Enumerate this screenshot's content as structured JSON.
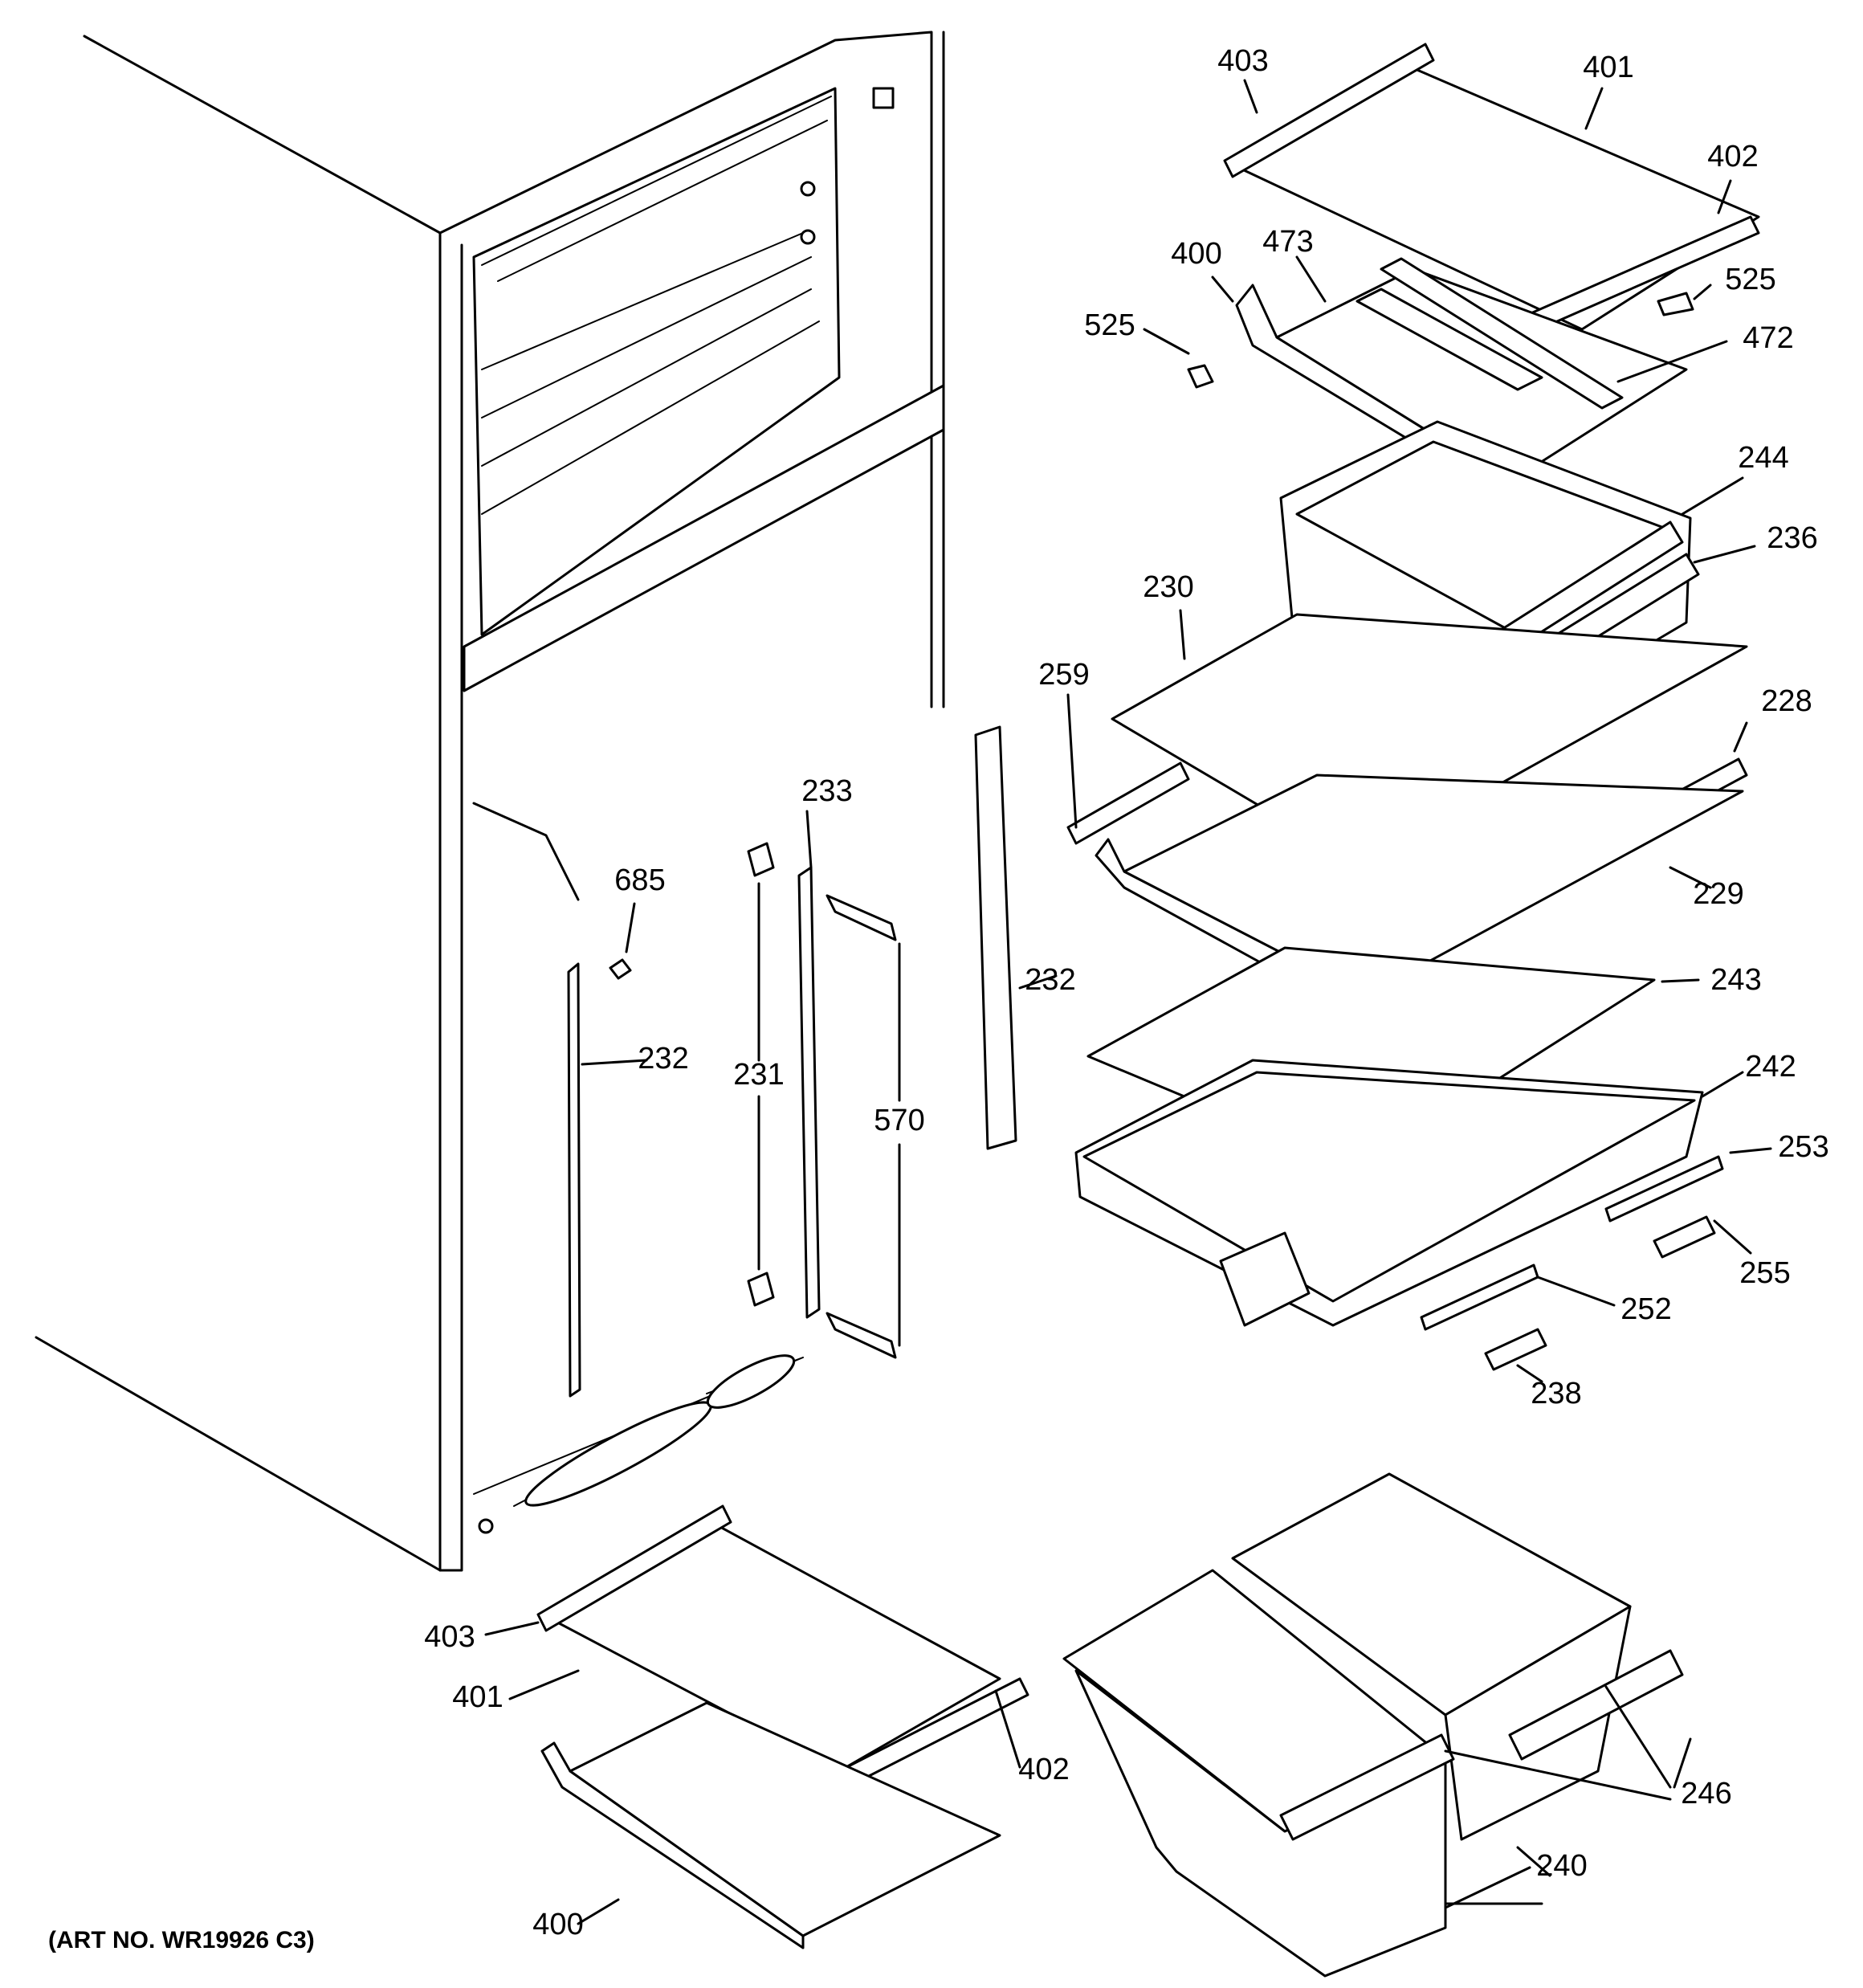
{
  "art_number": "(ART NO. WR19926 C3)",
  "callouts": {
    "c403_top": "403",
    "c401_top": "401",
    "c402_top": "402",
    "c400_top": "400",
    "c473": "473",
    "c525_left": "525",
    "c525_right": "525",
    "c472": "472",
    "c244": "244",
    "c236": "236",
    "c230": "230",
    "c259": "259",
    "c228": "228",
    "c229": "229",
    "c233": "233",
    "c685": "685",
    "c232_left": "232",
    "c231": "231",
    "c570": "570",
    "c232_right": "232",
    "c243": "243",
    "c242": "242",
    "c253": "253",
    "c255": "255",
    "c252": "252",
    "c238": "238",
    "c403_bottom": "403",
    "c401_bottom": "401",
    "c402_bottom": "402",
    "c400_bottom": "400",
    "c246": "246",
    "c240": "240"
  }
}
